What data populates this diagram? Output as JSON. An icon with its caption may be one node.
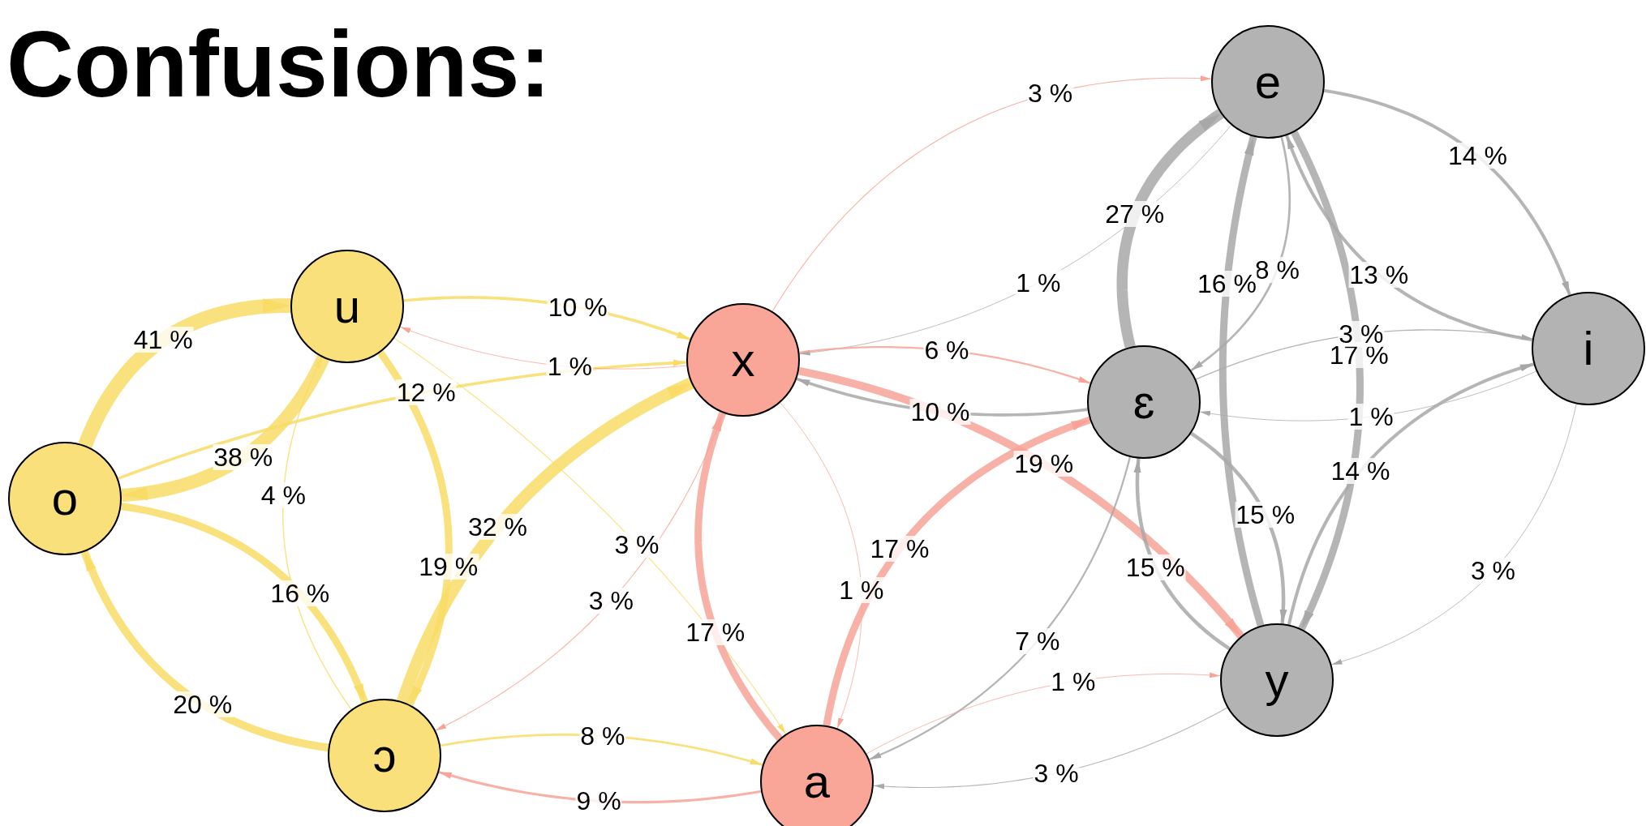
{
  "diagram": {
    "title": "Confusions:",
    "nodes": [
      {
        "text": [
          "u"
        ]
      },
      {
        "text": [
          "o"
        ]
      },
      {
        "text": [
          "ɔ"
        ]
      },
      {
        "text": [
          "x"
        ]
      },
      {
        "text": [
          "a"
        ]
      },
      {
        "text": [
          "e"
        ]
      },
      {
        "text": [
          "ɛ"
        ]
      },
      {
        "text": [
          "i"
        ]
      },
      {
        "text": [
          "y"
        ]
      }
    ],
    "edges": [
      {
        "from": 1,
        "to": 0,
        "arrow": "to",
        "label": "41 %",
        "style": "thick",
        "color": "#f8dc66"
      },
      {
        "from": 0,
        "to": 1,
        "arrow": "to",
        "label": "38 %",
        "style": "thick",
        "color": "#f8dc66"
      },
      {
        "from": 1,
        "to": 3,
        "arrow": "to",
        "label": "12 %",
        "color": "#f8dc66"
      },
      {
        "from": 0,
        "to": 3,
        "arrow": "to",
        "label": "10 %",
        "color": "#f8dc66"
      },
      {
        "from": 3,
        "to": 0,
        "arrow": "to",
        "label": "1 %",
        "color": "#f7a396"
      },
      {
        "from": 0,
        "to": 2,
        "arrow": "to",
        "label": "19 %",
        "style": "thick",
        "color": "#f8dc66"
      },
      {
        "from": 2,
        "to": 0,
        "arrow": "to",
        "label": "4 %",
        "color": "#f8dc66"
      },
      {
        "from": 2,
        "to": 3,
        "arrow": "to",
        "label": "32 %",
        "style": "thick",
        "color": "#f8dc66"
      },
      {
        "from": 2,
        "to": 1,
        "arrow": "to",
        "label": "20 %",
        "style": "thick",
        "color": "#f8dc66"
      },
      {
        "from": 1,
        "to": 2,
        "arrow": "to",
        "label": "16 %",
        "style": "thick",
        "color": "#f8dc66"
      },
      {
        "from": 2,
        "to": 4,
        "arrow": "to",
        "label": "8 %",
        "color": "#f8dc66"
      },
      {
        "from": 4,
        "to": 2,
        "arrow": "to",
        "label": "9 %",
        "color": "#f7a396"
      },
      {
        "from": 0,
        "to": 4,
        "arrow": "to",
        "label": "3 %",
        "color": "#f8dc66"
      },
      {
        "from": 4,
        "to": 3,
        "arrow": "to",
        "label": "17 %",
        "style": "thick",
        "color": "#f7a396"
      },
      {
        "from": 3,
        "to": 4,
        "arrow": "to",
        "label": "1 %",
        "color": "#f7a396"
      },
      {
        "from": 3,
        "to": 2,
        "arrow": "to",
        "label": "3 %",
        "color": "#f7a396"
      },
      {
        "from": 3,
        "to": 5,
        "arrow": "to",
        "label": "3 %",
        "color": "#f7a396"
      },
      {
        "from": 5,
        "to": 3,
        "arrow": "to",
        "label": "1 %"
      },
      {
        "from": 3,
        "to": 6,
        "arrow": "to",
        "label": "6 %",
        "color": "#f7a396"
      },
      {
        "from": 6,
        "to": 3,
        "arrow": "to",
        "label": "10 %"
      },
      {
        "from": 3,
        "to": 8,
        "arrow": "to",
        "label": "19 %",
        "style": "thick",
        "color": "#f7a396"
      },
      {
        "from": 4,
        "to": 6,
        "arrow": "to",
        "label": "17 %",
        "style": "thick",
        "color": "#f7a396"
      },
      {
        "from": 6,
        "to": 4,
        "arrow": "to",
        "label": "7 %"
      },
      {
        "from": 4,
        "to": 8,
        "arrow": "to",
        "label": "1 %",
        "color": "#f7a396"
      },
      {
        "from": 8,
        "to": 4,
        "arrow": "to",
        "label": "3 %"
      },
      {
        "from": 6,
        "to": 5,
        "arrow": "to",
        "label": "27 %",
        "style": "thick"
      },
      {
        "from": 5,
        "to": 6,
        "arrow": "to",
        "label": "8 %"
      },
      {
        "from": 8,
        "to": 5,
        "arrow": "to",
        "label": "16 %",
        "style": "thick"
      },
      {
        "from": 5,
        "to": 8,
        "arrow": "to",
        "label": "17 %",
        "style": "thick"
      },
      {
        "from": 6,
        "to": 8,
        "arrow": "to",
        "label": "15 %"
      },
      {
        "from": 8,
        "to": 6,
        "arrow": "to",
        "label": "15 %"
      },
      {
        "from": 5,
        "to": 7,
        "arrow": "to",
        "label": "14 %"
      },
      {
        "from": 7,
        "to": 5,
        "arrow": "to",
        "label": "13 %"
      },
      {
        "from": 6,
        "to": 7,
        "arrow": "to",
        "label": "3 %"
      },
      {
        "from": 7,
        "to": 6,
        "arrow": "to",
        "label": "1 %"
      },
      {
        "from": 8,
        "to": 7,
        "arrow": "to",
        "label": "14 %"
      },
      {
        "from": 7,
        "to": 8,
        "arrow": "to",
        "label": "3 %"
      }
    ]
  }
}
